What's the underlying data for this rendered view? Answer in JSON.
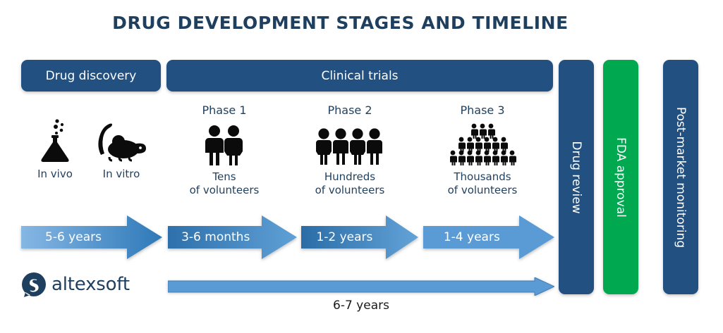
{
  "title": "DRUG DEVELOPMENT STAGES AND TIMELINE",
  "colors": {
    "navy": "#225080",
    "green": "#00a94f",
    "text_navy": "#1f3f5e",
    "arrow_light": "#7fb2e0",
    "arrow_mid": "#4e8fc9",
    "arrow_dark": "#2b6ca8"
  },
  "header_bars": [
    {
      "label": "Drug discovery",
      "color": "#225080"
    },
    {
      "label": "Clinical trials",
      "color": "#225080"
    }
  ],
  "vertical_bars": [
    {
      "label": "Drug review",
      "color": "#225080"
    },
    {
      "label": "FDA approval",
      "color": "#00a94f"
    },
    {
      "label": "Post-market monitoring",
      "color": "#225080"
    }
  ],
  "preclinical_icons": [
    {
      "caption": "In vivo",
      "icon": "flask-icon"
    },
    {
      "caption": "In vitro",
      "icon": "mouse-icon"
    }
  ],
  "phases": [
    {
      "title": "Phase 1",
      "count_line1": "Tens",
      "count_line2": "of volunteers",
      "figures": 2,
      "icon": "people-pair-icon"
    },
    {
      "title": "Phase 2",
      "count_line1": "Hundreds",
      "count_line2": "of volunteers",
      "figures": 4,
      "icon": "people-group-icon"
    },
    {
      "title": "Phase 3",
      "count_line1": "Thousands",
      "count_line2": "of volunteers",
      "figures": 17,
      "icon": "people-crowd-icon",
      "crowd_rows": [
        3,
        6,
        8
      ]
    }
  ],
  "duration_arrows": [
    {
      "label": "5-6 years",
      "gradient": "light-to-mid"
    },
    {
      "label": "3-6 months",
      "gradient": "dark-to-mid"
    },
    {
      "label": "1-2 years",
      "gradient": "dark-to-mid"
    },
    {
      "label": "1-4 years",
      "gradient": "mid-flat"
    }
  ],
  "total_timeline": {
    "label": "6-7 years",
    "color": "#5b9bd5"
  },
  "logo": {
    "text": "altexsoft",
    "mark": "speech-bubble-icon",
    "color": "#1f3f5e"
  }
}
